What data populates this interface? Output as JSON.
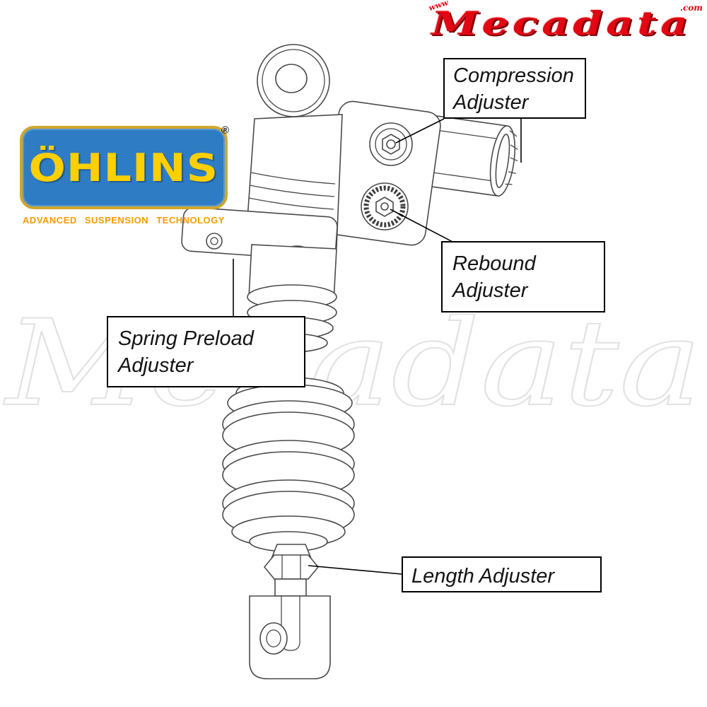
{
  "logos": {
    "mecadata": {
      "www": "www",
      "name": "Mecadata",
      "com": ".com"
    },
    "ohlins": {
      "name": "ÖHLINS",
      "registered": "®",
      "tagline": "ADVANCED SUSPENSION TECHNOLOGY"
    }
  },
  "labels": {
    "compression": {
      "line1": "Compression",
      "line2": "Adjuster"
    },
    "rebound": {
      "line1": "Rebound",
      "line2": "Adjuster"
    },
    "spring_preload": {
      "line1": "Spring Preload",
      "line2": "Adjuster"
    },
    "length": {
      "text": "Length Adjuster"
    }
  },
  "watermark": "Mecadata",
  "colors": {
    "mecadata_red": "#e30613",
    "ohlins_blue": "#2e7cc3",
    "ohlins_yellow": "#ffcf00",
    "ohlins_border_gold": "#cfa72e",
    "tagline_orange": "#f59c00",
    "callout_border": "#000000",
    "line_gray": "#4a4a4a",
    "watermark_gray": "#e2e2e2"
  }
}
